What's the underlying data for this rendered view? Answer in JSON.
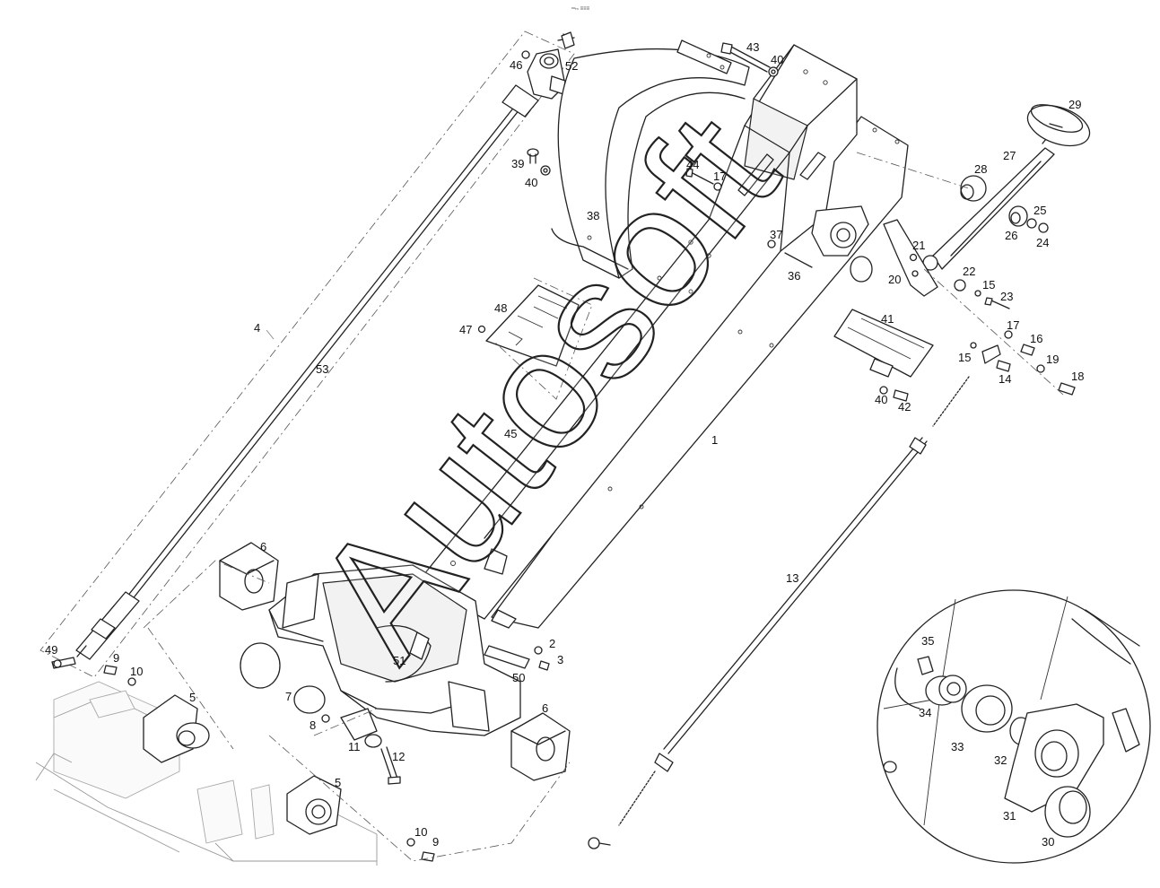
{
  "header_mark": "═ₘ ≡≡≡",
  "watermark": "Autosoft",
  "callouts": [
    {
      "id": "c-1",
      "text": "1"
    },
    {
      "id": "c-2",
      "text": "2"
    },
    {
      "id": "c-3",
      "text": "3"
    },
    {
      "id": "c-4",
      "text": "4"
    },
    {
      "id": "c-5a",
      "text": "5"
    },
    {
      "id": "c-5b",
      "text": "5"
    },
    {
      "id": "c-6a",
      "text": "6"
    },
    {
      "id": "c-6b",
      "text": "6"
    },
    {
      "id": "c-7",
      "text": "7"
    },
    {
      "id": "c-8",
      "text": "8"
    },
    {
      "id": "c-9a",
      "text": "9"
    },
    {
      "id": "c-9b",
      "text": "9"
    },
    {
      "id": "c-10a",
      "text": "10"
    },
    {
      "id": "c-10b",
      "text": "10"
    },
    {
      "id": "c-11",
      "text": "11"
    },
    {
      "id": "c-12",
      "text": "12"
    },
    {
      "id": "c-13",
      "text": "13"
    },
    {
      "id": "c-14",
      "text": "14"
    },
    {
      "id": "c-15a",
      "text": "15"
    },
    {
      "id": "c-15b",
      "text": "15"
    },
    {
      "id": "c-16",
      "text": "16"
    },
    {
      "id": "c-17a",
      "text": "17"
    },
    {
      "id": "c-17b",
      "text": "17"
    },
    {
      "id": "c-18",
      "text": "18"
    },
    {
      "id": "c-19",
      "text": "19"
    },
    {
      "id": "c-20",
      "text": "20"
    },
    {
      "id": "c-21",
      "text": "21"
    },
    {
      "id": "c-22",
      "text": "22"
    },
    {
      "id": "c-23",
      "text": "23"
    },
    {
      "id": "c-24",
      "text": "24"
    },
    {
      "id": "c-25",
      "text": "25"
    },
    {
      "id": "c-26",
      "text": "26"
    },
    {
      "id": "c-27",
      "text": "27"
    },
    {
      "id": "c-28",
      "text": "28"
    },
    {
      "id": "c-29",
      "text": "29"
    },
    {
      "id": "c-30",
      "text": "30"
    },
    {
      "id": "c-31",
      "text": "31"
    },
    {
      "id": "c-32",
      "text": "32"
    },
    {
      "id": "c-33",
      "text": "33"
    },
    {
      "id": "c-34",
      "text": "34"
    },
    {
      "id": "c-35",
      "text": "35"
    },
    {
      "id": "c-36",
      "text": "36"
    },
    {
      "id": "c-37",
      "text": "37"
    },
    {
      "id": "c-38",
      "text": "38"
    },
    {
      "id": "c-39",
      "text": "39"
    },
    {
      "id": "c-40a",
      "text": "40"
    },
    {
      "id": "c-40b",
      "text": "40"
    },
    {
      "id": "c-40c",
      "text": "40"
    },
    {
      "id": "c-41",
      "text": "41"
    },
    {
      "id": "c-42",
      "text": "42"
    },
    {
      "id": "c-43",
      "text": "43"
    },
    {
      "id": "c-44",
      "text": "44"
    },
    {
      "id": "c-45",
      "text": "45"
    },
    {
      "id": "c-46",
      "text": "46"
    },
    {
      "id": "c-47",
      "text": "47"
    },
    {
      "id": "c-48",
      "text": "48"
    },
    {
      "id": "c-49",
      "text": "49"
    },
    {
      "id": "c-50",
      "text": "50"
    },
    {
      "id": "c-51",
      "text": "51"
    },
    {
      "id": "c-52",
      "text": "52"
    },
    {
      "id": "c-53",
      "text": "53"
    }
  ],
  "colors": {
    "line": "#222222",
    "background": "#ffffff",
    "ghost": "#a8a8a8"
  }
}
